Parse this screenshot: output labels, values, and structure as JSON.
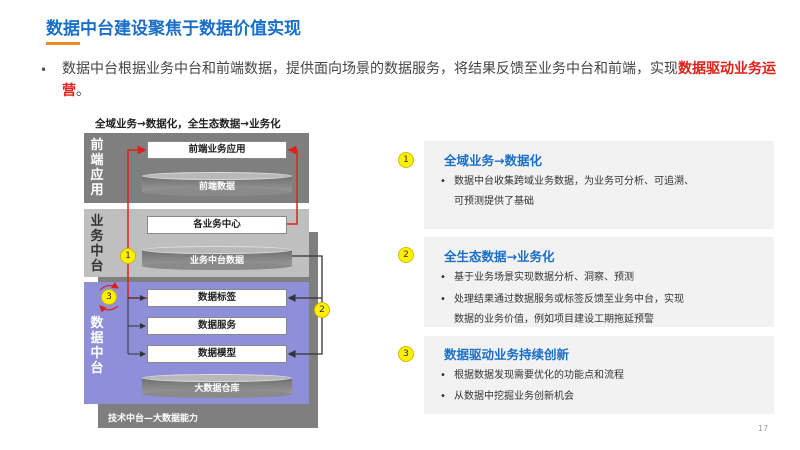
{
  "title": "数据中台建设聚焦于数据价值实现",
  "intro": {
    "bullet": "•",
    "text_before": "数据中台根据业务中台和前端数据，提供面向场景的数据服务，将结果反馈至业务中台和前端，实现",
    "text_highlight": "数据驱动业务运营",
    "text_after": "。"
  },
  "diagram": {
    "title": "全域业务→数据化，全生态数据→业务化",
    "layers": {
      "front_label": "前端应用",
      "business_label": "业务中台",
      "data_label": "数据中台",
      "tech_label": "技术中台—大数据能力"
    },
    "boxes": {
      "front_app": "前端业务应用",
      "front_data": "前端数据",
      "business_center": "各业务中心",
      "business_data": "业务中台数据",
      "data_tag": "数据标签",
      "data_service": "数据服务",
      "data_model": "数据模型",
      "big_data_warehouse": "大数据仓库"
    },
    "markers": [
      "1",
      "2",
      "3"
    ]
  },
  "cards": [
    {
      "num": "1",
      "title": "全域业务→数据化",
      "items": [
        {
          "bullet": "•",
          "line1": "数据中台收集跨域业务数据，为业务可分析、可追溯、",
          "line2": "可预测提供了基础"
        }
      ]
    },
    {
      "num": "2",
      "title": "全生态数据→业务化",
      "items": [
        {
          "bullet": "•",
          "line1": "基于业务场景实现数据分析、洞察、预测",
          "line2": ""
        },
        {
          "bullet": "•",
          "line1": "处理结果通过数据服务或标签反馈至业务中台，实现",
          "line2": "数据的业务价值，例如项目建设工期拖延预警"
        }
      ]
    },
    {
      "num": "3",
      "title": "数据驱动业务持续创新",
      "items": [
        {
          "bullet": "•",
          "line1": "根据数据发现需要优化的功能点和流程",
          "line2": ""
        },
        {
          "bullet": "•",
          "line1": "从数据中挖掘业务创新机会",
          "line2": ""
        }
      ]
    }
  ],
  "page_number": "17",
  "colors": {
    "title_blue": "#1a6fc9",
    "accent_orange": "#f08a24",
    "highlight_red": "#e0201b",
    "marker_yellow": "#ffef00",
    "data_layer_purple": "#8e8fd8",
    "arrow_red": "#e0201b",
    "arrow_dark": "#333333"
  }
}
